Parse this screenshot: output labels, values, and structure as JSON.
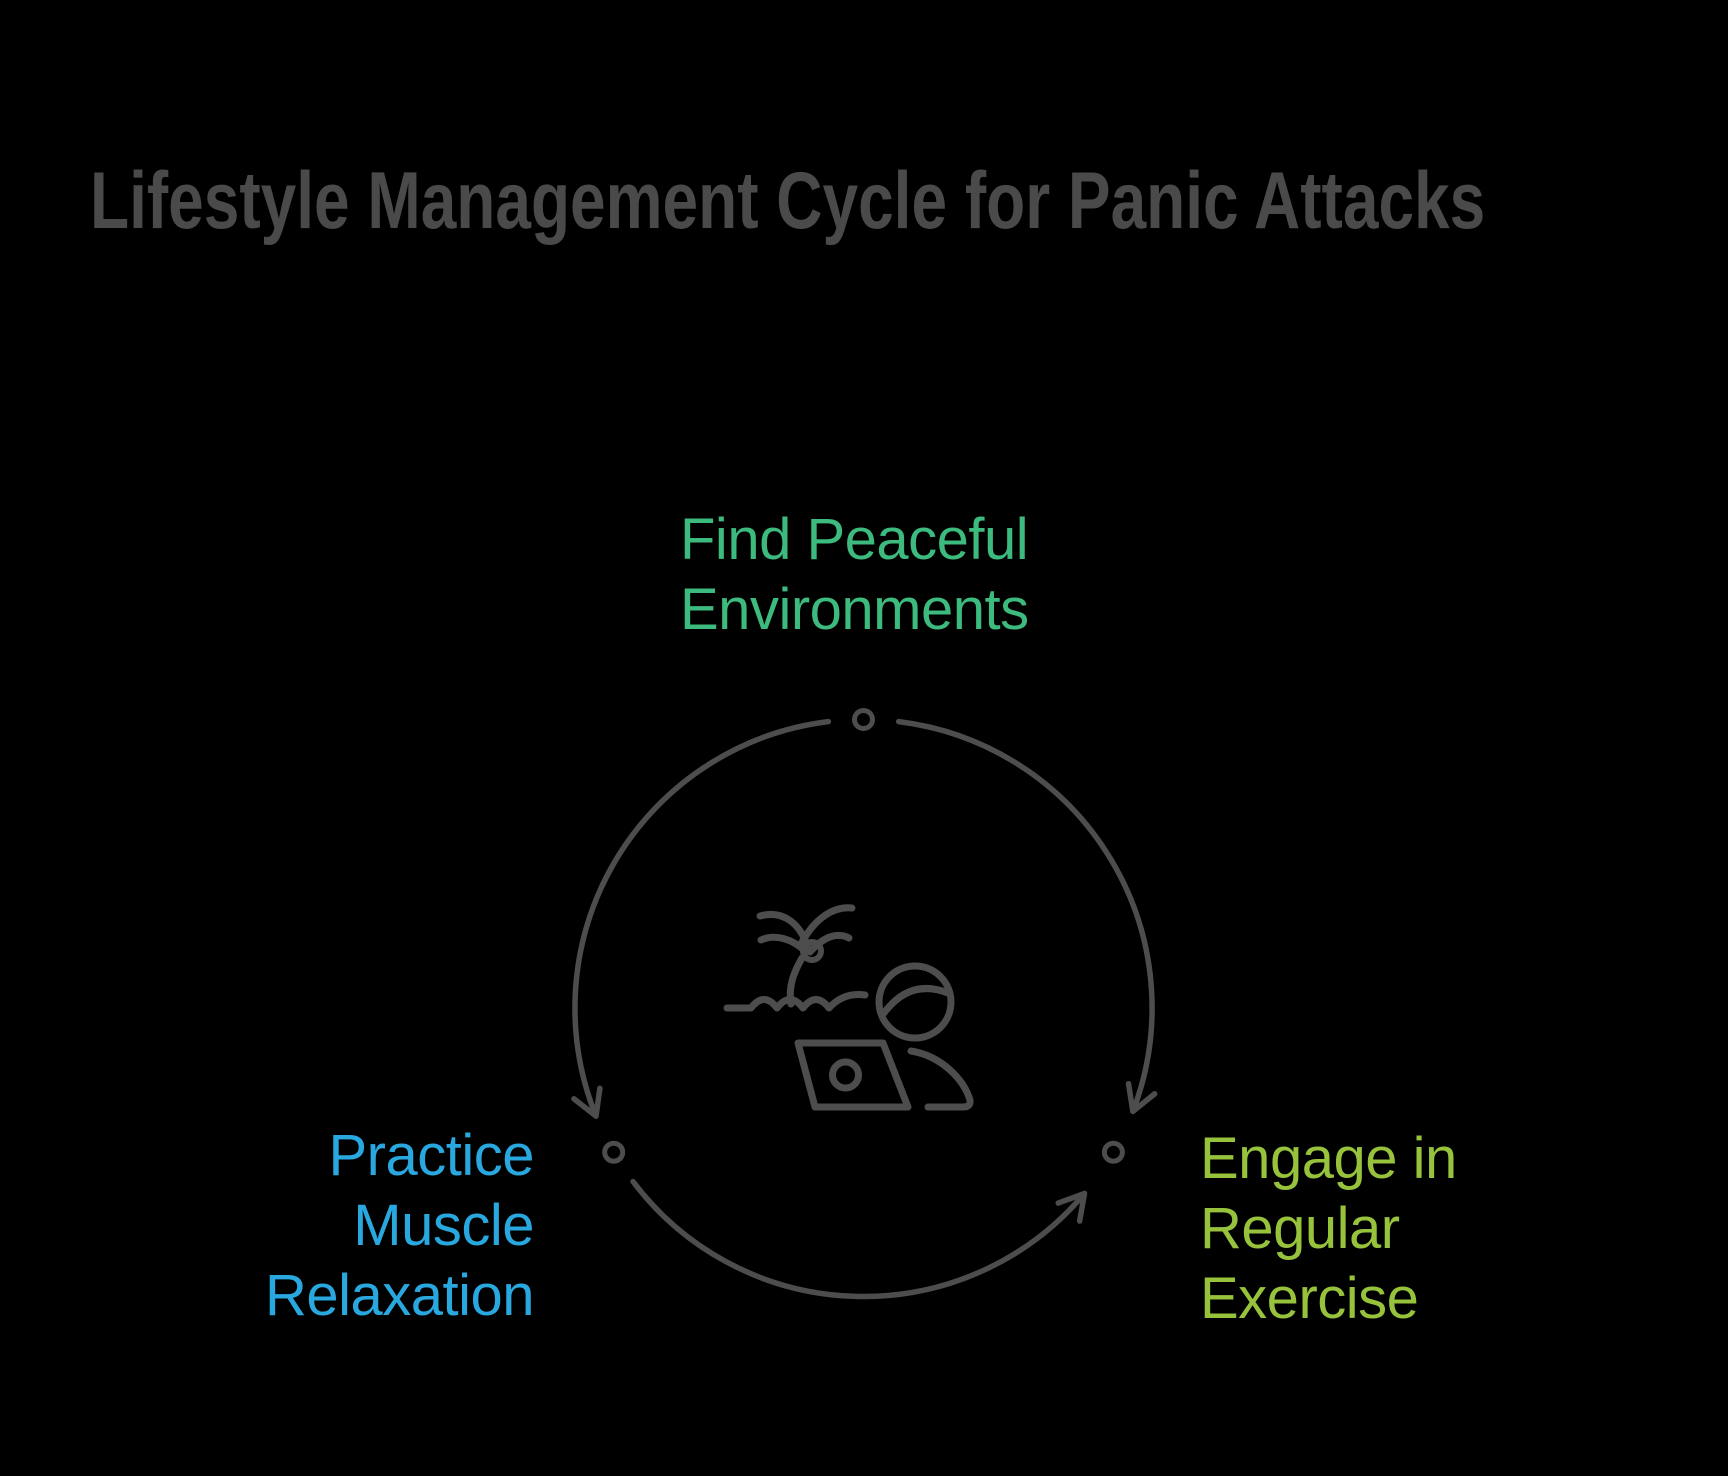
{
  "title": "Lifestyle Management Cycle for Panic Attacks",
  "palette": {
    "background": "#000000",
    "title_gray": "#4a4a4a",
    "diagram_stroke_gray": "#4d4d4d",
    "green": "#3dba7d",
    "blue": "#29a7df",
    "lime": "#97c23c"
  },
  "cycle": {
    "steps": [
      {
        "position": "top",
        "label": "Find Peaceful\nEnvironments",
        "color": "#3dba7d"
      },
      {
        "position": "left",
        "label": "Practice\nMuscle\nRelaxation",
        "color": "#29a7df"
      },
      {
        "position": "right",
        "label": "Engage in\nRegular\nExercise",
        "color": "#97c23c"
      }
    ],
    "icons": {
      "center": "person-working-on-laptop-beach-palm-tree-icon"
    }
  }
}
